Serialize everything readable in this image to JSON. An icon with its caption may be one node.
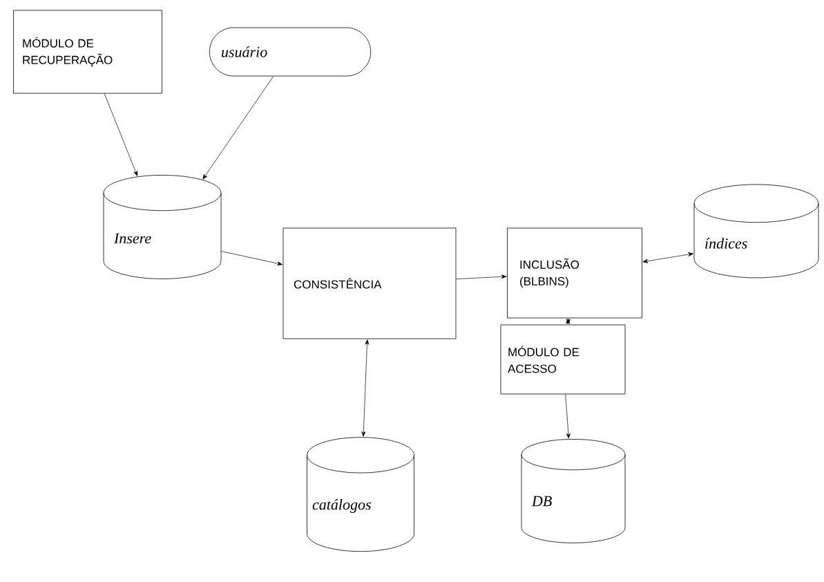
{
  "diagram": {
    "nodes": [
      {
        "text": [
          "MÓDULO DE RECUPERAÇÃO"
        ]
      },
      {
        "text": [
          "usuário"
        ]
      },
      {
        "text": [
          "Insere"
        ]
      },
      {
        "text": [
          "CONSISTÊNCIA"
        ]
      },
      {
        "text": [
          "INCLUSÃO (BLBINS)"
        ]
      },
      {
        "text": [
          "índices"
        ]
      },
      {
        "text": [
          "MÓDULO DE ACESSO"
        ]
      },
      {
        "text": [
          "catálogos"
        ]
      },
      {
        "text": [
          "DB"
        ]
      }
    ],
    "edges": [
      {
        "from": 0,
        "to": 2,
        "arrow": "to"
      },
      {
        "from": 1,
        "to": 2,
        "arrow": "to"
      },
      {
        "from": 2,
        "to": 3,
        "arrow": "to"
      },
      {
        "from": 3,
        "to": 4,
        "arrow": "to"
      },
      {
        "from": 4,
        "to": 5,
        "arrow": "both"
      },
      {
        "from": 3,
        "to": 7,
        "arrow": "both"
      },
      {
        "from": 4,
        "to": 6,
        "arrow": "both"
      },
      {
        "from": 6,
        "to": 8,
        "arrow": "to"
      }
    ]
  }
}
